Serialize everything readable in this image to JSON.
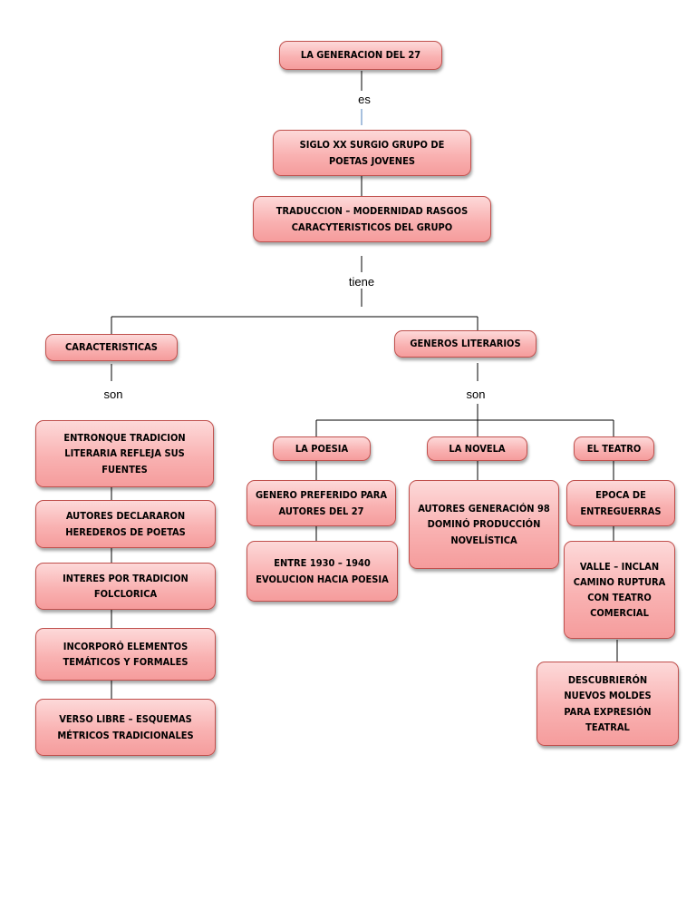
{
  "nodes": {
    "root": "LA GENERACION DEL 27",
    "siglo": "SIGLO XX SURGIO GRUPO DE POETAS JOVENES",
    "traduccion": "TRADUCCION – MODERNIDAD RASGOS CARACYTERISTICOS DEL GRUPO",
    "caracteristicas": "CARACTERISTICAS",
    "generos": "GENEROS LITERARIOS",
    "c1": "ENTRONQUE TRADICION LITERARIA REFLEJA SUS FUENTES",
    "c2": "AUTORES DECLARARON HEREDEROS DE POETAS",
    "c3": "INTERES POR TRADICION FOLCLORICA",
    "c4": "INCORPORÓ ELEMENTOS TEMÁTICOS Y FORMALES",
    "c5": "VERSO LIBRE – ESQUEMAS MÉTRICOS TRADICIONALES",
    "poesia": "LA POESIA",
    "novela": "LA NOVELA",
    "teatro": "EL TEATRO",
    "p1": "GENERO PREFERIDO PARA AUTORES DEL 27",
    "p2": "ENTRE 1930 – 1940 EVOLUCION HACIA POESIA",
    "n1": "AUTORES GENERACIÓN 98 DOMINÓ PRODUCCIÓN NOVELÍSTICA",
    "t1": "EPOCA DE ENTREGUERRAS",
    "t2": "VALLE – INCLAN CAMINO RUPTURA CON TEATRO COMERCIAL",
    "t3": "DESCUBRIERÓN NUEVOS MOLDES PARA EXPRESIÓN TEATRAL"
  },
  "labels": {
    "es": "es",
    "tiene": "tiene",
    "son_left": "son",
    "son_right": "son"
  },
  "colors": {
    "box_border": "#c0504d",
    "box_fill_top": "#fdd9d9",
    "box_fill_bottom": "#f59c9c",
    "connector": "#000000",
    "connector_accent": "#4f81bd"
  }
}
